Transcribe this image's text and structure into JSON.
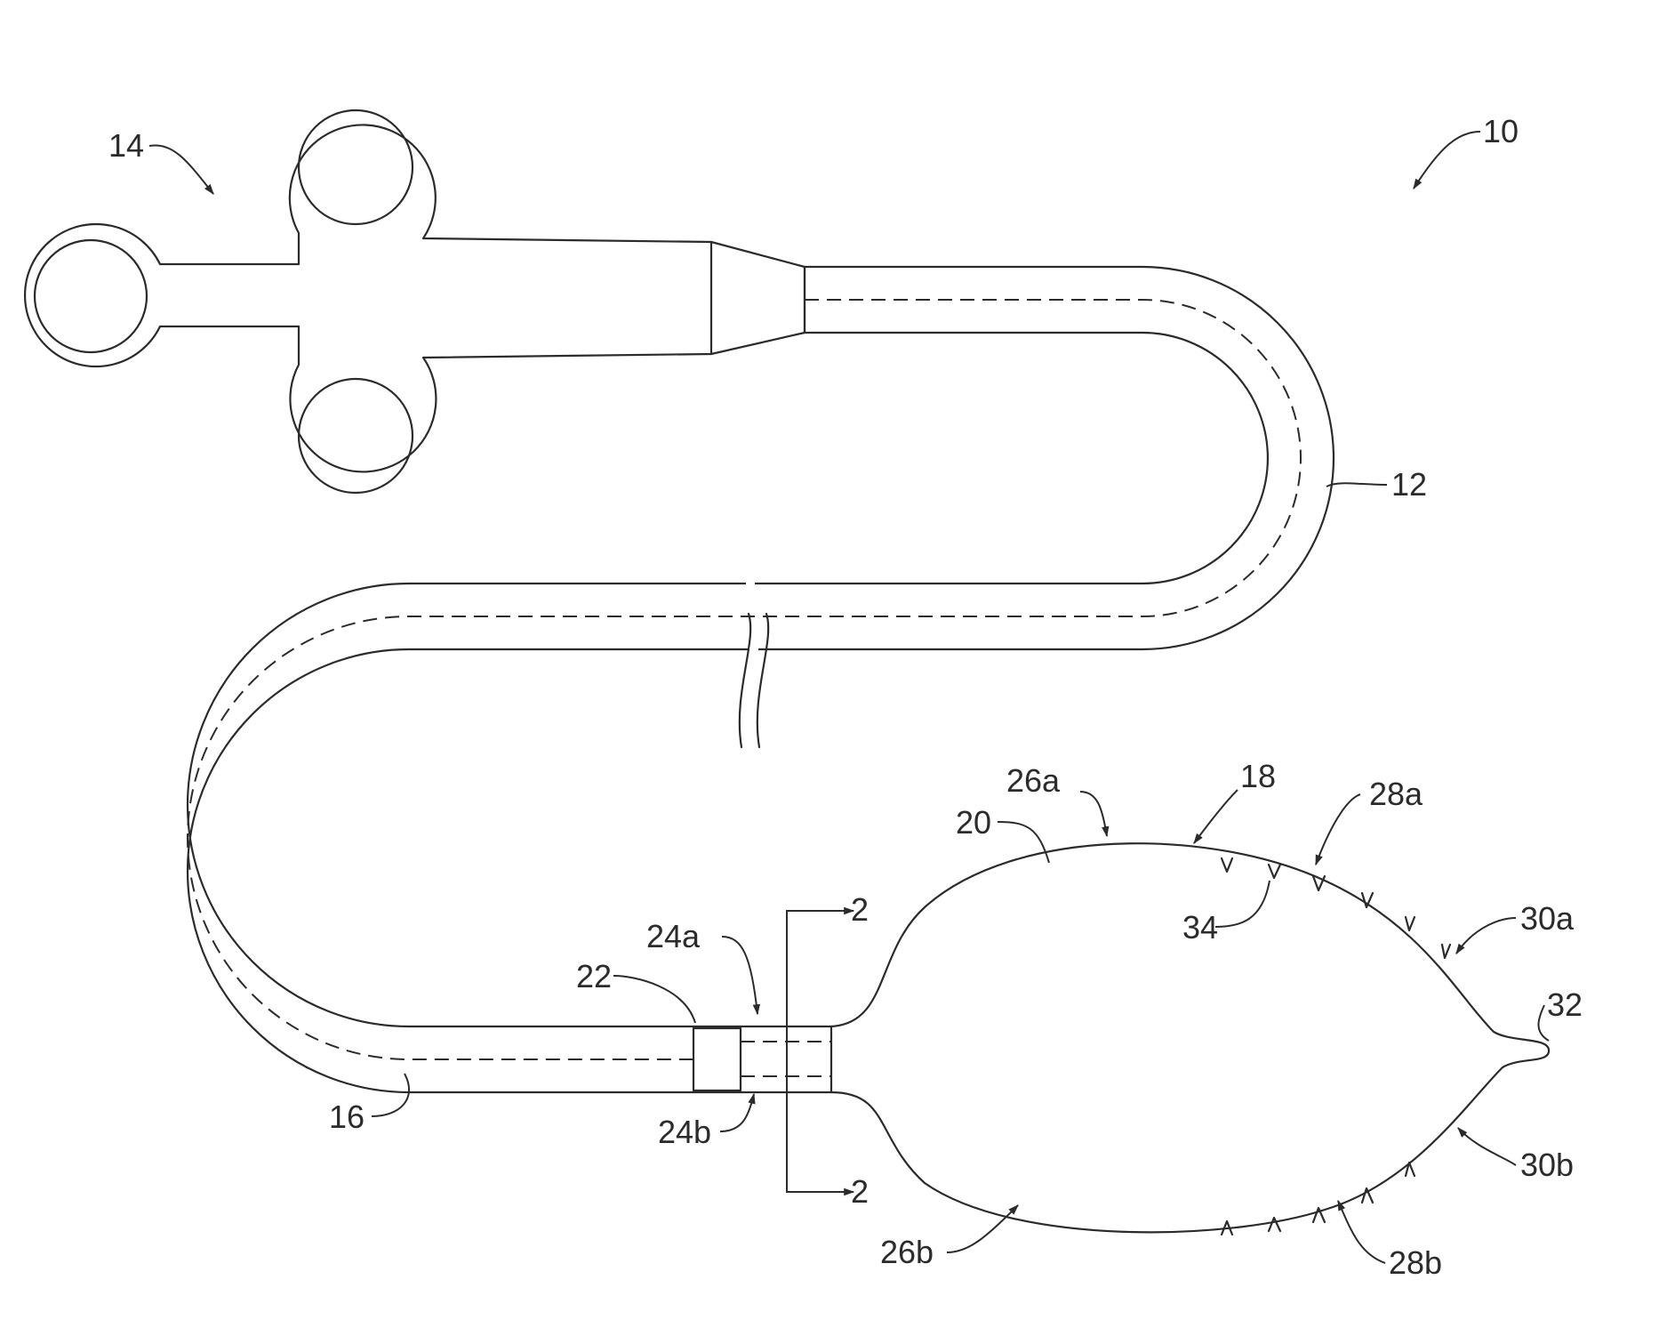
{
  "figure": {
    "colors": {
      "stroke": "#2b2b2b",
      "background": "#ffffff"
    },
    "labels": {
      "device": "10",
      "shaft": "12",
      "handle": "14",
      "distal_end": "16",
      "balloon": "18",
      "balloon_wall": "20",
      "hub": "22",
      "upper_neck": "24a",
      "lower_neck": "24b",
      "upper_proximal_region": "26a",
      "lower_proximal_region": "26b",
      "upper_middle_region": "28a",
      "lower_middle_region": "28b",
      "upper_distal_region": "30a",
      "lower_distal_region": "30b",
      "tip": "32",
      "protrusions": "34",
      "section_top": "2",
      "section_bottom": "2"
    }
  }
}
